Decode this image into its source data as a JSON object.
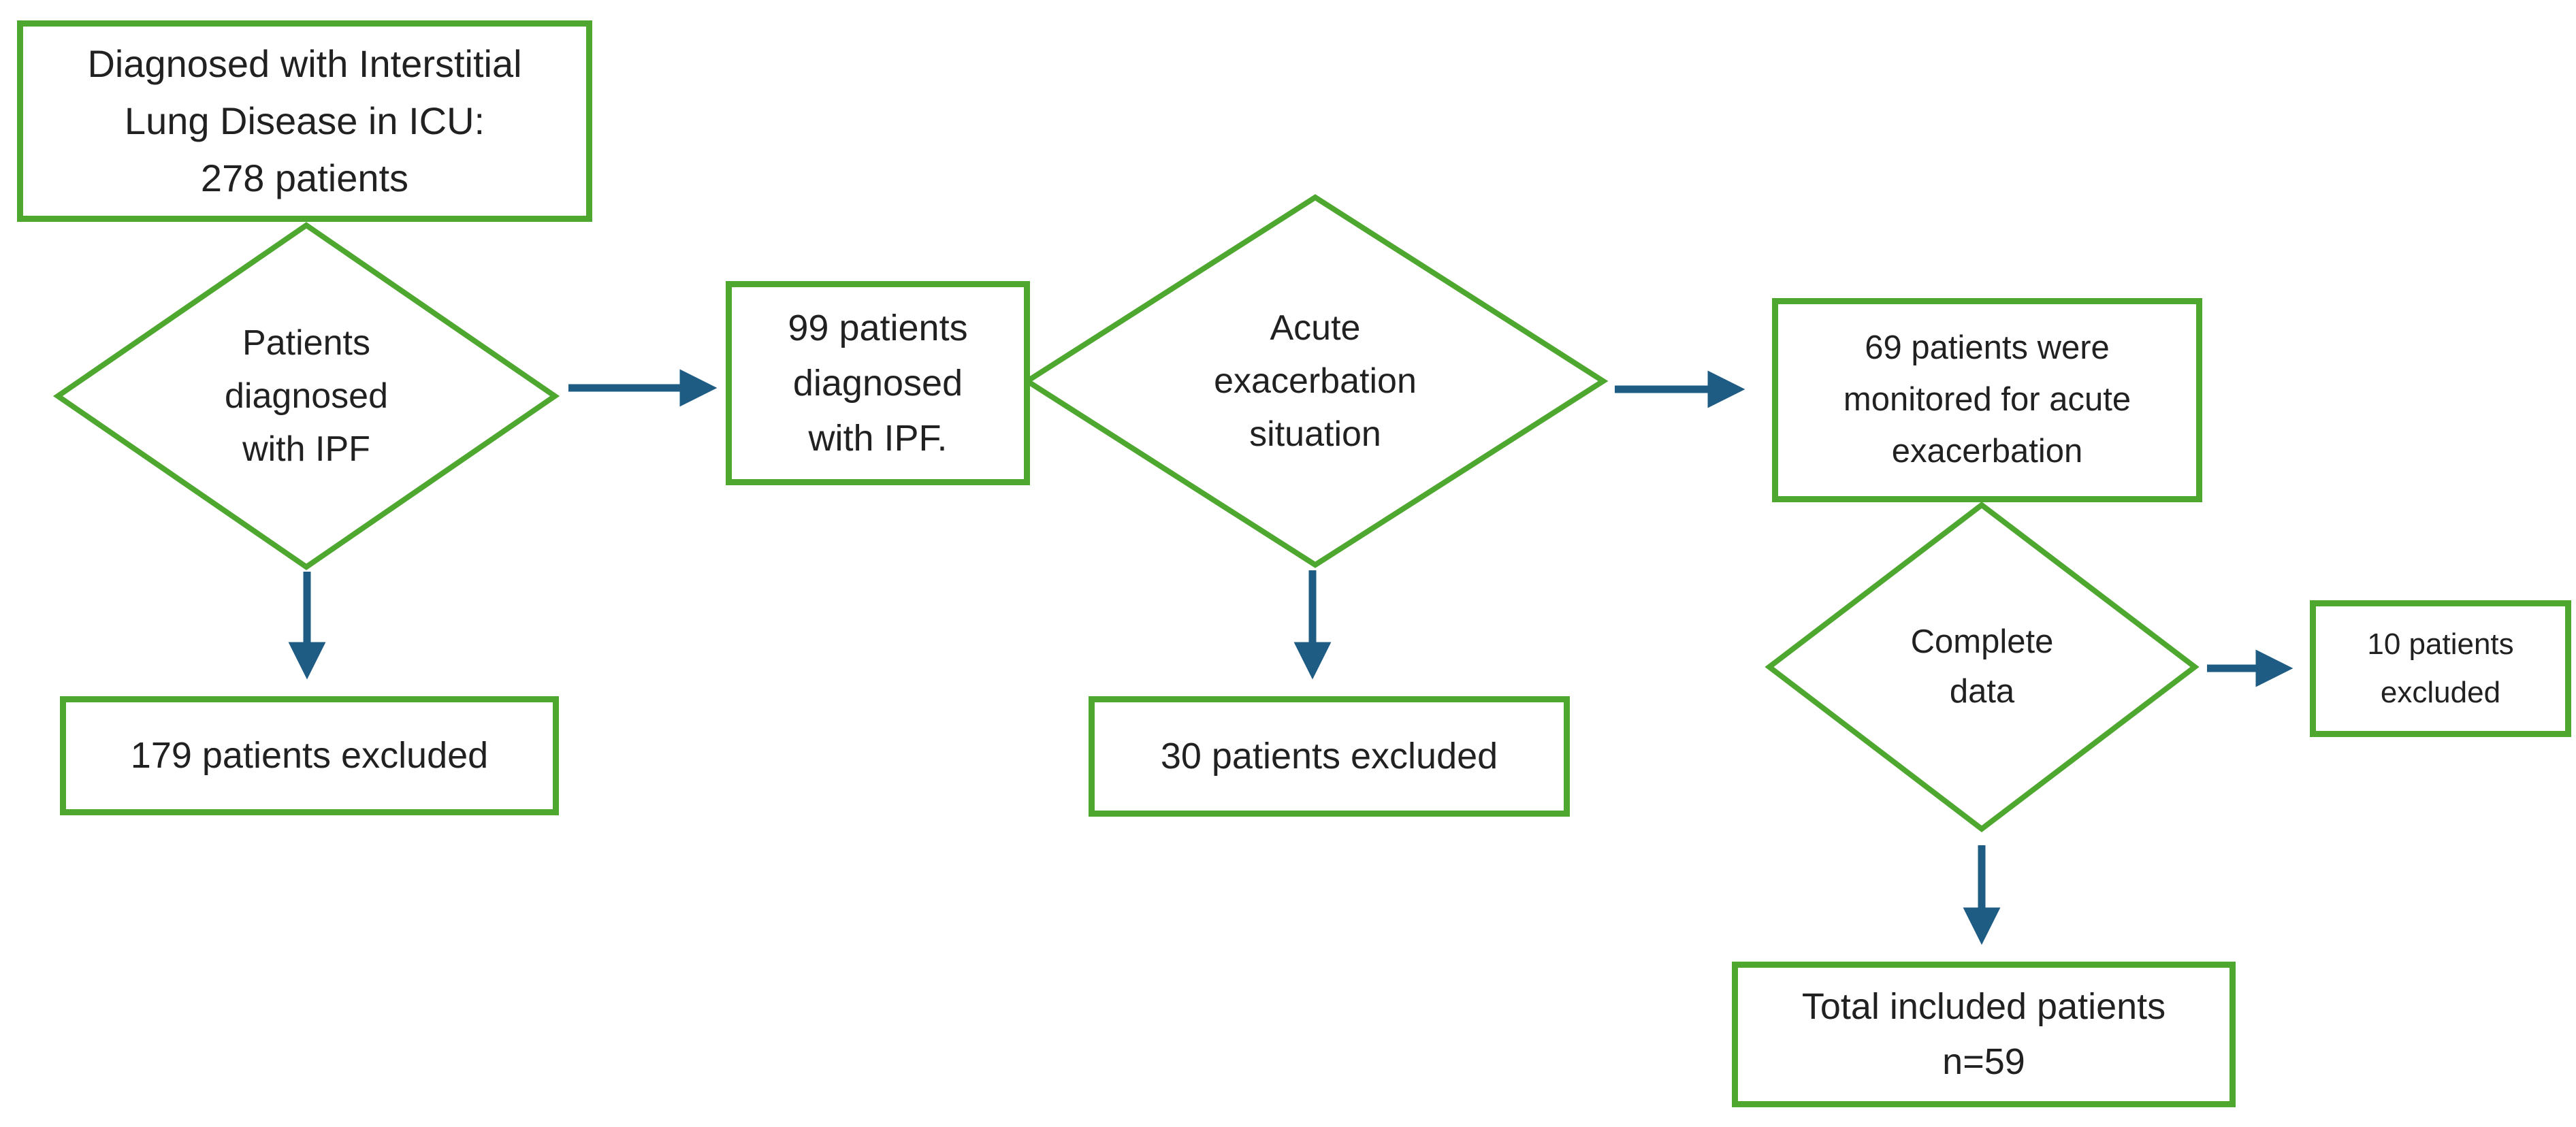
{
  "colors": {
    "shape_border_green": "#4EA72E",
    "arrow_blue": "#1E5C84",
    "text": "#212121"
  },
  "nodes": {
    "ild_icu_box": {
      "lines": [
        "Diagnosed with Interstitial",
        "Lung Disease in ICU:",
        "278 patients"
      ]
    },
    "ipf_decision_diamond": {
      "lines": [
        "Patients",
        "diagnosed",
        "with IPF"
      ]
    },
    "ipf_99_box": {
      "lines": [
        "99 patients",
        "diagnosed",
        "with IPF."
      ]
    },
    "exacerbation_decision_diamond": {
      "lines": [
        "Acute",
        "exacerbation",
        "situation"
      ]
    },
    "monitored_69_box": {
      "lines": [
        "69 patients were",
        "monitored for acute",
        "exacerbation"
      ]
    },
    "complete_data_diamond": {
      "lines": [
        "Complete",
        "data"
      ]
    },
    "excluded_10_box": {
      "lines": [
        "10 patients",
        "excluded"
      ]
    },
    "excluded_179_box": {
      "lines": [
        "179 patients excluded"
      ]
    },
    "excluded_30_box": {
      "lines": [
        "30 patients excluded"
      ]
    },
    "total_included_box": {
      "lines": [
        "Total included patients",
        "n=59"
      ]
    }
  }
}
